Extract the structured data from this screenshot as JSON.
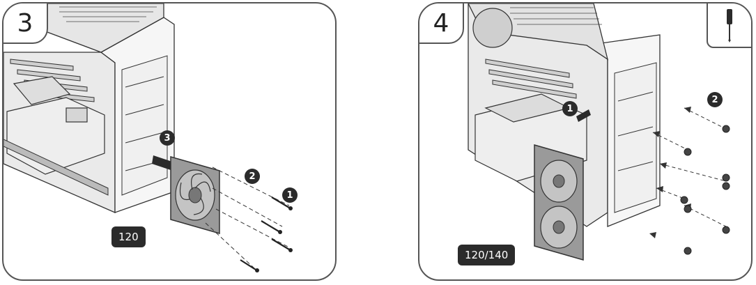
{
  "panels": [
    {
      "step": "3",
      "fan_size_label": "120",
      "callouts": [
        "1",
        "2",
        "3"
      ]
    },
    {
      "step": "4",
      "fan_size_label": "120/140",
      "callouts": [
        "1",
        "2"
      ],
      "tool_icon": "screwdriver-icon"
    }
  ]
}
